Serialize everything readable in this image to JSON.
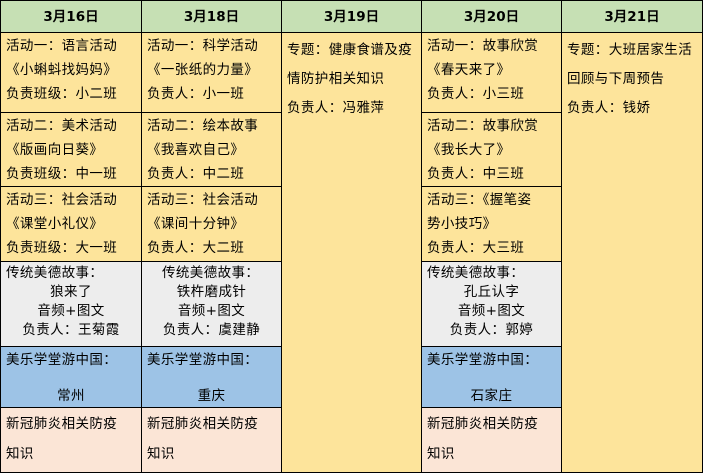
{
  "headers": [
    "3月16日",
    "3月18日",
    "3月19日",
    "3月20日",
    "3月21日"
  ],
  "col1": {
    "act1": [
      "活动一：语言活动",
      "《小蝌蚪找妈妈》",
      "负责班级：小二班"
    ],
    "act2": [
      "活动二：美术活动",
      "《版画向日葵》",
      "负责班级：中一班"
    ],
    "act3": [
      "活动三：社会活动",
      "《课堂小礼仪》",
      "负责班级：大一班"
    ],
    "story": [
      "传统美德故事：",
      "狼来了",
      "音频+图文",
      "负责人：王菊霞"
    ],
    "travel": [
      "美乐学堂游中国：",
      "常州"
    ],
    "covid": [
      "新冠肺炎相关防疫",
      "知识"
    ]
  },
  "col2": {
    "act1": [
      "活动一：科学活动",
      "《一张纸的力量》",
      "负责人：小一班"
    ],
    "act2": [
      "活动二：绘本故事",
      "《我喜欢自己》",
      "负责人：中二班"
    ],
    "act3": [
      "活动三：社会活动",
      "《课间十分钟》",
      "负责人：大二班"
    ],
    "story": [
      "传统美德故事：",
      "铁杵磨成针",
      "音频+图文",
      "负责人：虞建静"
    ],
    "travel": [
      "美乐学堂游中国：",
      "重庆"
    ],
    "covid": [
      "新冠肺炎相关防疫",
      "知识"
    ]
  },
  "col3": {
    "topic": [
      "专题：健康食谱及疫",
      "情防护相关知识",
      "负责人：冯雅萍"
    ]
  },
  "col4": {
    "act1": [
      "活动一：故事欣赏",
      "《春天来了》",
      "负责人：小三班"
    ],
    "act2": [
      "活动二：故事欣赏",
      "《我长大了》",
      "负责人：中三班"
    ],
    "act3": [
      "活动三：《握笔姿",
      "势小技巧》",
      "负责人：大三班"
    ],
    "story": [
      "传统美德故事：",
      "孔丘认字",
      "音频+图文",
      "负责人：郭婷"
    ],
    "travel": [
      "美乐学堂游中国：",
      "石家庄"
    ],
    "covid": [
      "新冠肺炎相关防疫",
      "知识"
    ]
  },
  "col5": {
    "topic": [
      "专题：大班居家生活",
      "回顾与下周预告",
      "负责人：钱娇"
    ]
  },
  "colors": {
    "header_bg": "#c6e0b4",
    "activity_bg": "#fde49b",
    "story_bg": "#ededed",
    "travel_bg": "#9dc3e6",
    "covid_bg": "#fbe5d6"
  }
}
